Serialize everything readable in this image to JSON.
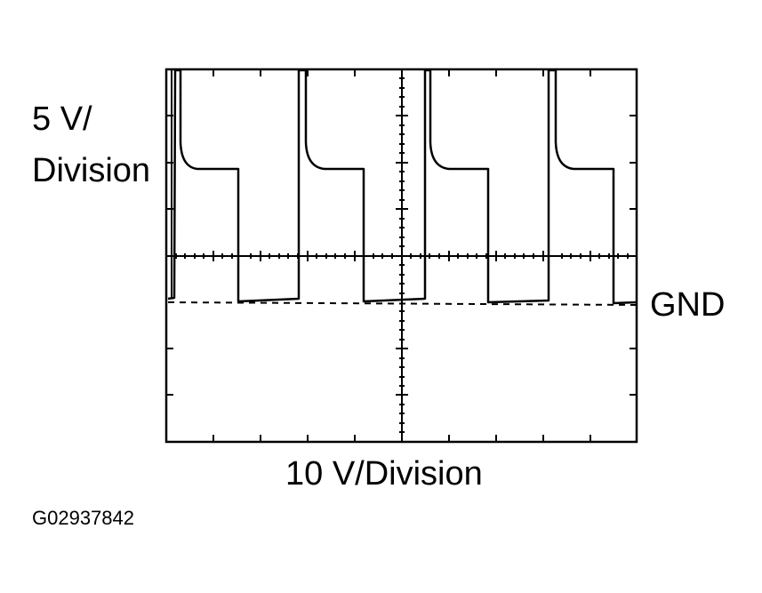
{
  "figure": {
    "id_label": "G02937842",
    "y_scale_label_line1": "5 V/",
    "y_scale_label_line2": "Division",
    "x_scale_label": "10 V/Division",
    "ground_label": "GND",
    "trace_color": "#000000",
    "background_color": "#ffffff"
  },
  "chart_data": {
    "type": "line",
    "title": "",
    "ylabel": "5 V/Division",
    "xlabel": "10 V/Division",
    "grid": {
      "horizontal_divisions": 8,
      "vertical_divisions": 10,
      "grid_lines": false,
      "center_crosshair": true
    },
    "ground_reference_division": 3.0,
    "annotations": [
      "GND"
    ],
    "series": [
      {
        "name": "waveform",
        "description": "Repeating square wave with spike/decay at rising edge, ~3 periods visible",
        "x_div": [
          0.0,
          0.15,
          0.15,
          0.3,
          0.4,
          1.55,
          1.55,
          2.7,
          2.8,
          2.8,
          3.05,
          3.45,
          4.2,
          4.2,
          5.4,
          5.4,
          5.65,
          6.05,
          6.8,
          6.8,
          8.1,
          8.1,
          8.35,
          8.75,
          9.5,
          9.5,
          10.0
        ],
        "y_div_above_gnd": [
          0.0,
          0.0,
          5.0,
          5.0,
          2.8,
          2.8,
          0.0,
          0.1,
          0.1,
          5.0,
          2.8,
          2.8,
          2.8,
          0.0,
          0.1,
          5.0,
          2.8,
          2.8,
          2.8,
          0.0,
          0.1,
          5.0,
          2.8,
          2.8,
          2.8,
          0.0,
          0.05
        ]
      }
    ]
  }
}
